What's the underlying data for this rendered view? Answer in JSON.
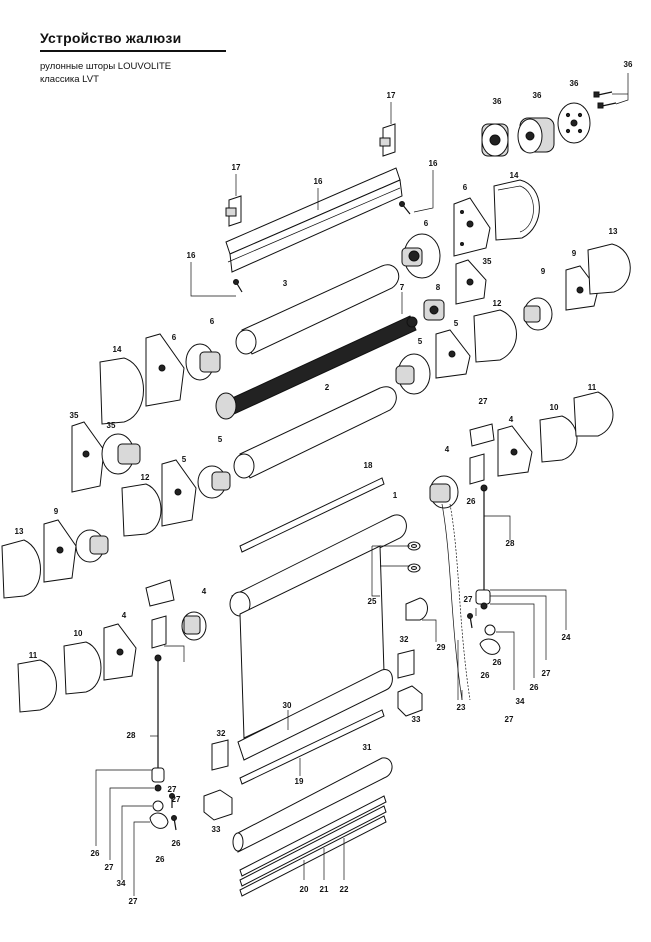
{
  "header": {
    "title": "Устройство жалюзи",
    "subtitle_line1": "рулонные шторы LOUVOLITE",
    "subtitle_line2": "классика LVT"
  },
  "callouts": [
    {
      "id": "c36a",
      "text": "36"
    },
    {
      "id": "c36b",
      "text": "36"
    },
    {
      "id": "c36c",
      "text": "36"
    },
    {
      "id": "c36d",
      "text": "36"
    },
    {
      "id": "c17a",
      "text": "17"
    },
    {
      "id": "c17b",
      "text": "17"
    },
    {
      "id": "c16a",
      "text": "16"
    },
    {
      "id": "c16b",
      "text": "16"
    },
    {
      "id": "c16c",
      "text": "16"
    },
    {
      "id": "c6a",
      "text": "6"
    },
    {
      "id": "c6b",
      "text": "6"
    },
    {
      "id": "c6c",
      "text": "6"
    },
    {
      "id": "c6d",
      "text": "6"
    },
    {
      "id": "c14a",
      "text": "14"
    },
    {
      "id": "c14b",
      "text": "14"
    },
    {
      "id": "c13a",
      "text": "13"
    },
    {
      "id": "c13b",
      "text": "13"
    },
    {
      "id": "c3",
      "text": "3"
    },
    {
      "id": "c7",
      "text": "7"
    },
    {
      "id": "c8",
      "text": "8"
    },
    {
      "id": "c9a",
      "text": "9"
    },
    {
      "id": "c9b",
      "text": "9"
    },
    {
      "id": "c9c",
      "text": "9"
    },
    {
      "id": "c35a",
      "text": "35"
    },
    {
      "id": "c35b",
      "text": "35"
    },
    {
      "id": "c35c",
      "text": "35"
    },
    {
      "id": "c12a",
      "text": "12"
    },
    {
      "id": "c12b",
      "text": "12"
    },
    {
      "id": "c5a",
      "text": "5"
    },
    {
      "id": "c5b",
      "text": "5"
    },
    {
      "id": "c5c",
      "text": "5"
    },
    {
      "id": "c5d",
      "text": "5"
    },
    {
      "id": "c2",
      "text": "2"
    },
    {
      "id": "c27a",
      "text": "27"
    },
    {
      "id": "c4a",
      "text": "4"
    },
    {
      "id": "c4b",
      "text": "4"
    },
    {
      "id": "c4c",
      "text": "4"
    },
    {
      "id": "c4d",
      "text": "4"
    },
    {
      "id": "c10a",
      "text": "10"
    },
    {
      "id": "c10b",
      "text": "10"
    },
    {
      "id": "c11a",
      "text": "11"
    },
    {
      "id": "c11b",
      "text": "11"
    },
    {
      "id": "c18",
      "text": "18"
    },
    {
      "id": "c1",
      "text": "1"
    },
    {
      "id": "c26a",
      "text": "26"
    },
    {
      "id": "c28a",
      "text": "28"
    },
    {
      "id": "c25",
      "text": "25"
    },
    {
      "id": "c27b",
      "text": "27"
    },
    {
      "id": "c29",
      "text": "29"
    },
    {
      "id": "c24",
      "text": "24"
    },
    {
      "id": "c27c",
      "text": "27"
    },
    {
      "id": "c26b",
      "text": "26"
    },
    {
      "id": "c26c",
      "text": "26"
    },
    {
      "id": "c26d",
      "text": "26"
    },
    {
      "id": "c32a",
      "text": "32"
    },
    {
      "id": "c33a",
      "text": "33"
    },
    {
      "id": "c23",
      "text": "23"
    },
    {
      "id": "c34a",
      "text": "34"
    },
    {
      "id": "c27d",
      "text": "27"
    },
    {
      "id": "c27e",
      "text": "27"
    },
    {
      "id": "c26e",
      "text": "26"
    },
    {
      "id": "c28b",
      "text": "28"
    },
    {
      "id": "c30",
      "text": "30"
    },
    {
      "id": "c32b",
      "text": "32"
    },
    {
      "id": "c31",
      "text": "31"
    },
    {
      "id": "c19",
      "text": "19"
    },
    {
      "id": "c33b",
      "text": "33"
    },
    {
      "id": "c27f",
      "text": "27"
    },
    {
      "id": "c26f",
      "text": "26"
    },
    {
      "id": "c26g",
      "text": "26"
    },
    {
      "id": "c27g",
      "text": "27"
    },
    {
      "id": "c34b",
      "text": "34"
    },
    {
      "id": "c27h",
      "text": "27"
    },
    {
      "id": "c20",
      "text": "20"
    },
    {
      "id": "c21",
      "text": "21"
    },
    {
      "id": "c22",
      "text": "22"
    }
  ]
}
